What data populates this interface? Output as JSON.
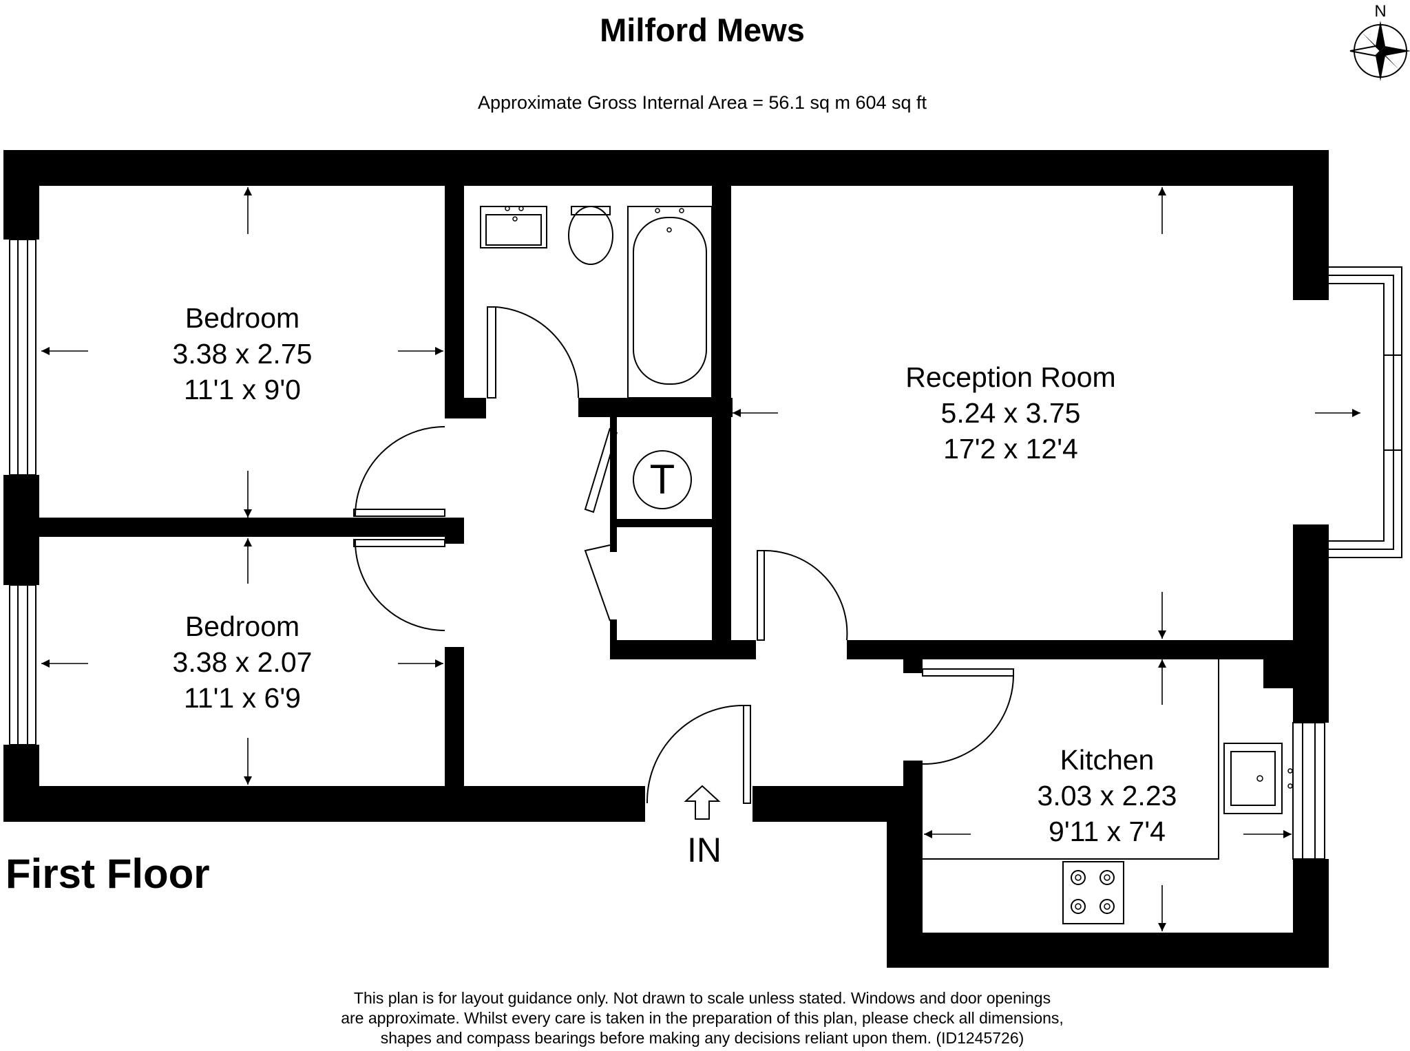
{
  "plan": {
    "title": "Milford Mews",
    "gross_area_text": "Approximate Gross Internal Area = 56.1 sq m 604 sq ft",
    "floor_label": "First Floor",
    "entry_label": "IN",
    "compass_north_label": "N",
    "tank_label": "T"
  },
  "rooms": {
    "bedroom1": {
      "name": "Bedroom",
      "metric": "3.38 x 2.75",
      "imperial": "11'1 x 9'0"
    },
    "bedroom2": {
      "name": "Bedroom",
      "metric": "3.38 x 2.07",
      "imperial": "11'1 x 6'9"
    },
    "reception": {
      "name": "Reception Room",
      "metric": "5.24 x 3.75",
      "imperial": "17'2 x 12'4"
    },
    "kitchen": {
      "name": "Kitchen",
      "metric": "3.03 x 2.23",
      "imperial": "9'11 x 7'4"
    }
  },
  "disclaimer": {
    "line1": "This plan is for layout guidance only. Not drawn to scale unless stated. Windows and door openings",
    "line2": "are approximate. Whilst every care is taken in the preparation of this plan, please check all dimensions,",
    "line3": "shapes and compass bearings before making any decisions reliant upon them. (ID1245726)"
  }
}
